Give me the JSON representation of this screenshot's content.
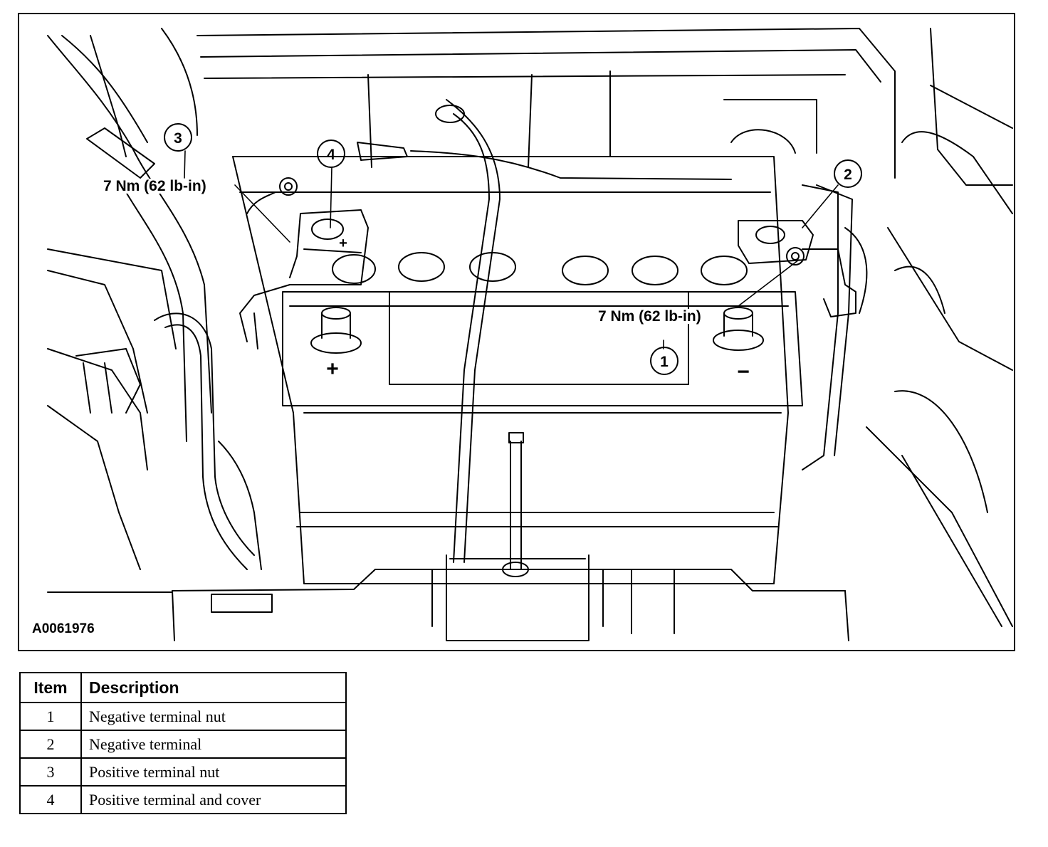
{
  "figure": {
    "id_label": "A0061976",
    "torque_left": "7 Nm (62 lb-in)",
    "torque_right": "7 Nm (62 lb-in)",
    "callouts": [
      "1",
      "2",
      "3",
      "4"
    ],
    "polarity_plus": "+",
    "polarity_minus": "−"
  },
  "legend": {
    "headers": {
      "item": "Item",
      "description": "Description"
    },
    "rows": [
      {
        "item": "1",
        "description": "Negative terminal nut"
      },
      {
        "item": "2",
        "description": "Negative terminal"
      },
      {
        "item": "3",
        "description": "Positive terminal nut"
      },
      {
        "item": "4",
        "description": "Positive terminal and cover"
      }
    ]
  }
}
